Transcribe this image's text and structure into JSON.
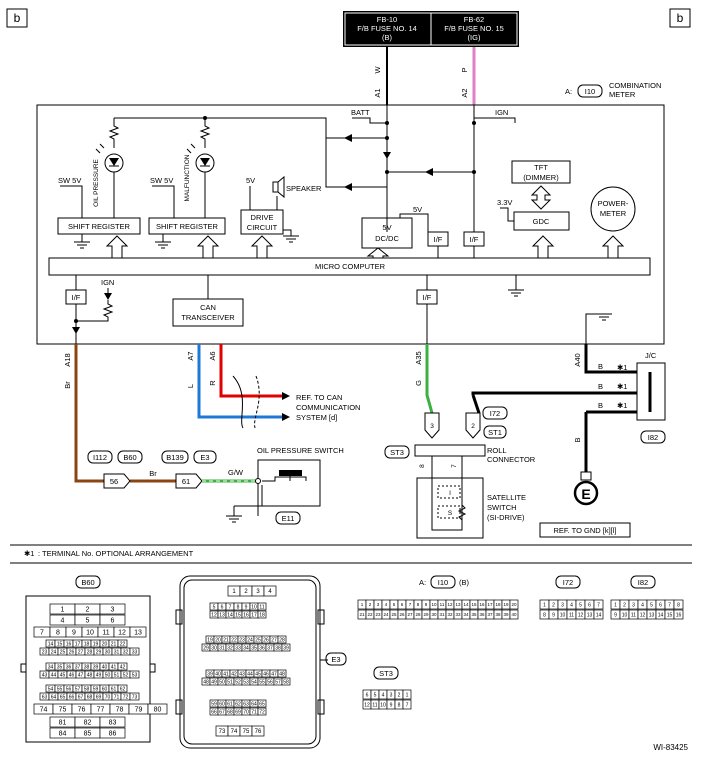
{
  "corner_label": "b",
  "fuses": [
    {
      "name": "FB-10",
      "desc": "F/B FUSE NO. 14",
      "sub": "(B)",
      "wire": "W",
      "pin": "A1"
    },
    {
      "name": "FB-62",
      "desc": "F/B FUSE NO. 15",
      "sub": "(IG)",
      "wire": "P",
      "pin": "A2"
    }
  ],
  "meter": {
    "prefix": "A:",
    "code": "I10",
    "name": [
      "COMBINATION",
      "METER"
    ]
  },
  "labels": {
    "batt": "BATT",
    "ign": "IGN",
    "oil_pressure": "OIL PRESSURE",
    "malfunction": "MALFUNCTION",
    "sw5v": "SW 5V",
    "five_v": "5V",
    "speaker": "SPEAKER",
    "shift_register": "SHIFT REGISTER",
    "drive_circuit": [
      "DRIVE",
      "CIRCUIT"
    ],
    "dcdc": [
      "5V",
      "DC/DC"
    ],
    "if": "I/F",
    "tft": [
      "TFT",
      "(DIMMER)"
    ],
    "v33": "3.3V",
    "gdc": "GDC",
    "powermeter": [
      "POWER-",
      "METER"
    ],
    "micro": "MICRO COMPUTER",
    "can": [
      "CAN",
      "TRANSCEIVER"
    ]
  },
  "pins": {
    "a18": "A18",
    "a7": "A7",
    "a6": "A6",
    "a35": "A35",
    "a40": "A40"
  },
  "wires": {
    "br": "Br",
    "l": "L",
    "r": "R",
    "g": "G",
    "b": "B",
    "gw": "G/W"
  },
  "star1": "✱1",
  "jc": {
    "label": "J/C",
    "code": "I82"
  },
  "ref_can": [
    "REF. TO CAN",
    "COMMUNICATION",
    "SYSTEM [d]"
  ],
  "roll_connector": {
    "code": "I72",
    "st1": "ST1",
    "st3": "ST3",
    "label": [
      "ROLL",
      "CONNECTOR"
    ],
    "pins": [
      "3",
      "2",
      "8",
      "7"
    ]
  },
  "satellite": {
    "label": [
      "SATELLITE",
      "SWITCH",
      "(SI-DRIVE)"
    ],
    "l": "I",
    "s": "S"
  },
  "chain": [
    {
      "code": "I112",
      "pin": "56"
    },
    {
      "code": "B60",
      "pin": ""
    },
    {
      "code": "B139",
      "pin": "61"
    },
    {
      "code": "E3",
      "pin": ""
    }
  ],
  "oil_switch": {
    "label": "OIL PRESSURE SWITCH",
    "code": "E11"
  },
  "ground_e": "E",
  "ref_gnd": "REF. TO GND [k][l]",
  "footnote": ": TERMINAL No. OPTIONAL ARRANGEMENT",
  "footnote_star": "✱1",
  "connectors": {
    "b60": {
      "code": "B60"
    },
    "e3": {
      "code": "E3"
    },
    "i10": {
      "prefix": "A:",
      "code": "I10",
      "suffix": "(B)"
    },
    "i72": {
      "code": "I72"
    },
    "i82": {
      "code": "I82"
    },
    "st3": {
      "code": "ST3"
    }
  },
  "figure_id": "WI-83425",
  "colors": {
    "brown": "#8B4513",
    "red": "#e10000",
    "blue": "#1e78d8",
    "green": "#3cb040",
    "pink": "#e080c8",
    "black": "#000000"
  }
}
